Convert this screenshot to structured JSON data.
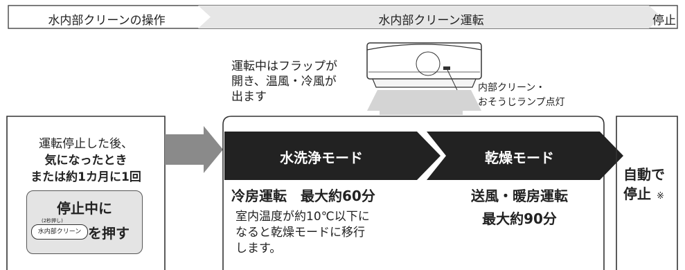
{
  "header": {
    "operation": "水内部クリーンの操作",
    "running": "水内部クリーン運転",
    "stop": "停止"
  },
  "callout": {
    "flap_lines": [
      "運転中はフラップが",
      "開き、温風・冷風が",
      "出ます"
    ],
    "lamp_lines": [
      "内部クリーン・",
      "おそうじランプ点灯"
    ]
  },
  "step1": {
    "line1": "運転停止した後、",
    "line2": "気になったとき",
    "line3": "または約1カ月に1回",
    "inner_title": "停止中に",
    "button_hint": "(2秒押し)",
    "button_label": "水内部クリーン",
    "press_text": "を押す"
  },
  "wash": {
    "title": "水洗浄モード",
    "sub": "冷房運転　最大約60分",
    "note_lines": [
      "室内温度が約10℃以下に",
      "なると乾燥モードに移行",
      "します。"
    ]
  },
  "dry": {
    "title": "乾燥モード",
    "sub1": "送風・暖房運転",
    "sub2": "最大約90分"
  },
  "auto": {
    "line1": "自動で",
    "line2": "停止",
    "mark": "※"
  },
  "icons": [
    "air-conditioner-icon",
    "arrow-right-icon"
  ],
  "colors": {
    "dark": "#222222",
    "arrow_gray": "#8a8a8a",
    "header_gray": "#e6e6e6"
  }
}
